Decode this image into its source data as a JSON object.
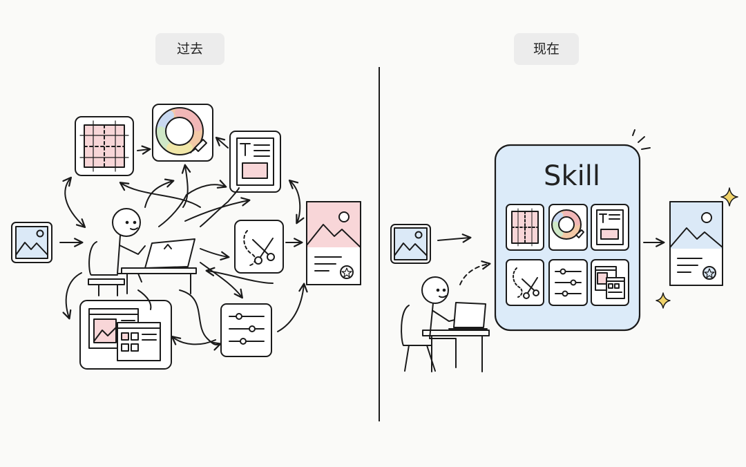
{
  "labels": {
    "past": "过去",
    "now": "现在",
    "skill": "Skill"
  },
  "colors": {
    "ink": "#1a1a1a",
    "pink": "#f8d6d8",
    "blue": "#dbe9f7",
    "skill_bg": "#dcebf9",
    "sparkle": "#f0d36a",
    "pill_bg": "#ececec"
  },
  "icons": {
    "past": [
      "image-icon",
      "grid-icon",
      "color-wheel-icon",
      "text-layout-icon",
      "scissors-icon",
      "sliders-icon",
      "windows-icon",
      "poster-icon"
    ],
    "now": [
      "image-icon",
      "grid-icon",
      "color-wheel-icon",
      "text-layout-icon",
      "scissors-icon",
      "sliders-icon",
      "windows-icon",
      "poster-icon"
    ]
  }
}
